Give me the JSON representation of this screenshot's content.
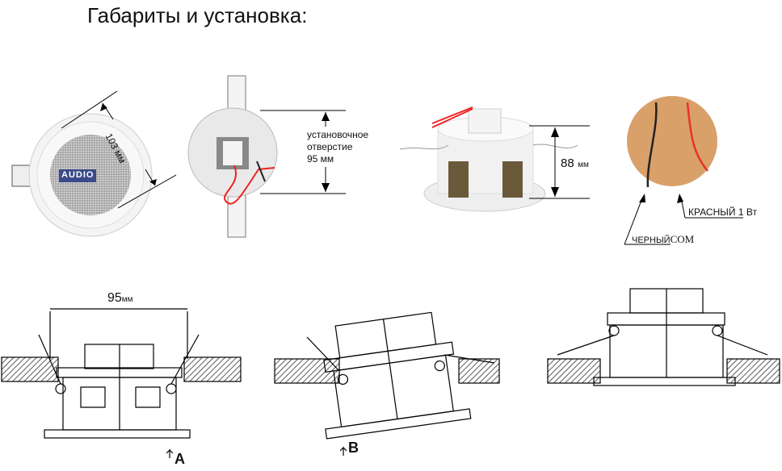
{
  "title": "Габариты и установка:",
  "photos": {
    "front": {
      "dimension": "103 мм",
      "logo": "AUDIO"
    },
    "back": {
      "label_line1": "установочное",
      "label_line2": "отверстие",
      "label_line3": "95 мм"
    },
    "side": {
      "dimension": "88",
      "unit": "мм"
    },
    "wires": {
      "red_label": "КРАСНЫЙ 1 Вт",
      "black_label_1": "ЧЕРНЫЙ",
      "black_label_2": "COM"
    }
  },
  "installation": {
    "width_value": "95",
    "width_unit": "мм",
    "step_a": "A",
    "step_b": "B"
  },
  "colors": {
    "wood": "#d9a06a",
    "wire_red": "#e8332a",
    "wire_black": "#222222"
  }
}
